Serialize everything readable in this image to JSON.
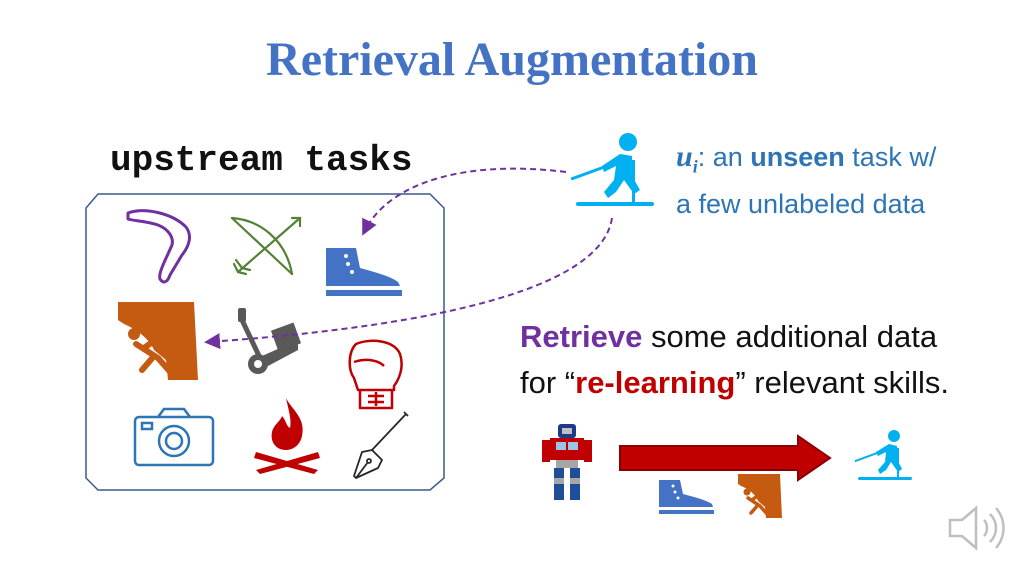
{
  "slide": {
    "title": "Retrieval Augmentation",
    "upstream_label": "upstream tasks",
    "unseen_task": {
      "symbol": "u",
      "subscript": "i",
      "colon": ":",
      "line1_pre": " an ",
      "line1_bold": "unseen",
      "line1_post": " task w/",
      "line2": "a few unlabeled data"
    },
    "retrieve_text": {
      "word": "Retrieve",
      "rest1": " some additional data",
      "line2_pre": "for “",
      "line2_highlight": "re-learning",
      "line2_post": "” relevant skills."
    },
    "icons": {
      "boomerang": "boomerang-icon",
      "bow_arrow": "bow-and-arrow-icon",
      "boot": "hiking-boot-icon",
      "climbing": "rock-climbing-icon",
      "hand_truck": "hand-truck-icon",
      "boxing": "boxing-glove-icon",
      "camera": "camera-icon",
      "campfire": "campfire-icon",
      "pen": "fountain-pen-icon",
      "skier": "cross-country-skier-icon",
      "robot": "robot-icon",
      "arrow": "right-arrow-icon",
      "speaker": "speaker-icon"
    },
    "colors": {
      "title": "#4472c4",
      "purple": "#7030a0",
      "red": "#c00000",
      "skier": "#00b0f0",
      "orange": "#c55a11",
      "boot": "#4472c4",
      "green": "#548235"
    }
  }
}
